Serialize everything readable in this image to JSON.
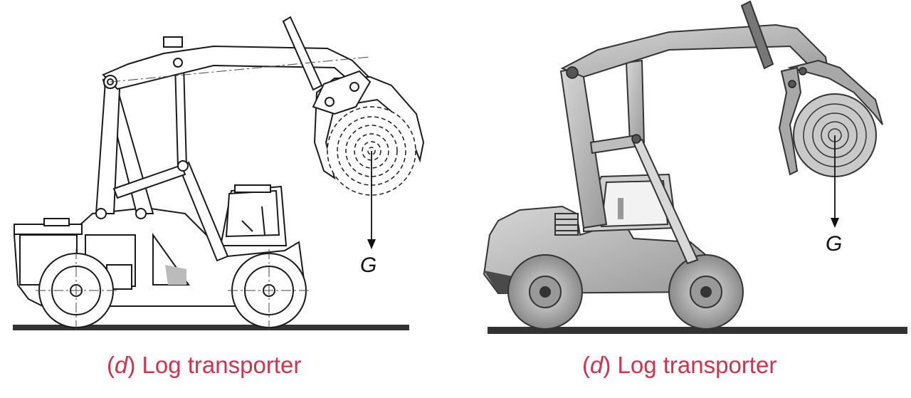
{
  "left_panel": {
    "caption_open": "(",
    "caption_letter": "d",
    "caption_rest": ") Log transporter",
    "force_label": "G"
  },
  "right_panel": {
    "caption_open": "(",
    "caption_letter": "d",
    "caption_rest": ") Log transporter",
    "force_label": "G"
  },
  "colors": {
    "caption": "#d9304a",
    "line": "#1a1a1a",
    "body_gray": "#b9b9b9",
    "dark_gray": "#6e6e6e"
  }
}
